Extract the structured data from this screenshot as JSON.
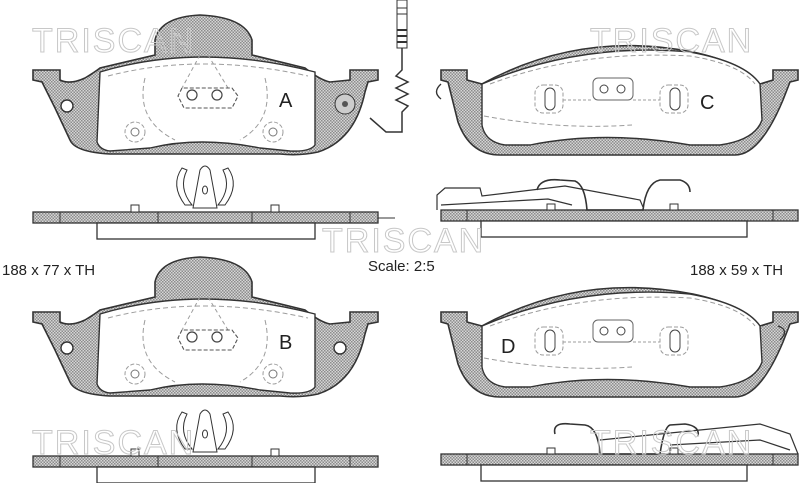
{
  "watermark": {
    "text": "TRISCAN"
  },
  "scale": {
    "label": "Scale: 2:5"
  },
  "dimensions": {
    "left": "188 x 77 x TH",
    "right": "188 x 59 x TH"
  },
  "pads": [
    {
      "id": "A",
      "letter": "A",
      "position": "top-left",
      "has_wear_sensor": true
    },
    {
      "id": "B",
      "letter": "B",
      "position": "bottom-left",
      "has_wear_sensor": false
    },
    {
      "id": "C",
      "letter": "C",
      "position": "top-right",
      "has_wear_sensor": false
    },
    {
      "id": "D",
      "letter": "D",
      "position": "bottom-right",
      "has_wear_sensor": false
    }
  ],
  "colors": {
    "line": "#333333",
    "hatch": "#9a9a9a",
    "dash": "#9c9c9c",
    "watermark": "#c8c8c8"
  }
}
